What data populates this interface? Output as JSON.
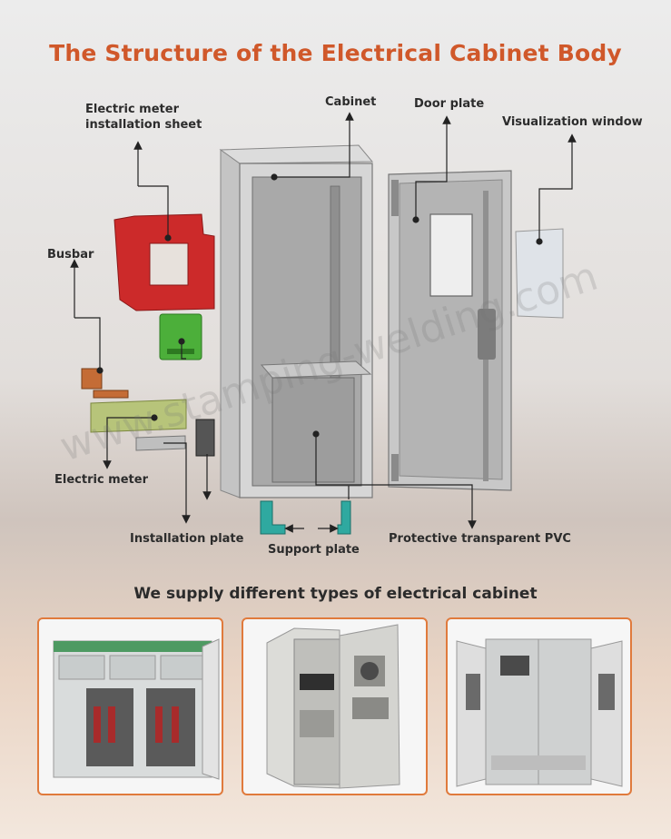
{
  "title": "The Structure of the Electrical Cabinet Body",
  "labels": {
    "electric_meter_sheet_line1": "Electric meter",
    "electric_meter_sheet_line2": "installation sheet",
    "cabinet": "Cabinet",
    "door_plate": "Door plate",
    "visualization_window": "Visualization window",
    "busbar": "Busbar",
    "electric_meter": "Electric meter",
    "installation_plate": "Installation plate",
    "support_plate": "Support plate",
    "protective_pvc": "Protective transparent PVC"
  },
  "watermark": "www.stamping-welding.com",
  "subtitle": "We supply different types of  electrical cabinet",
  "colors": {
    "title": "#d0582a",
    "photo_border": "#e07a3c",
    "meter_sheet": "#cc2a2a",
    "meter_box": "#4caf3a",
    "mount_plate": "#b7c47a",
    "support_plate": "#2fa9a0"
  }
}
